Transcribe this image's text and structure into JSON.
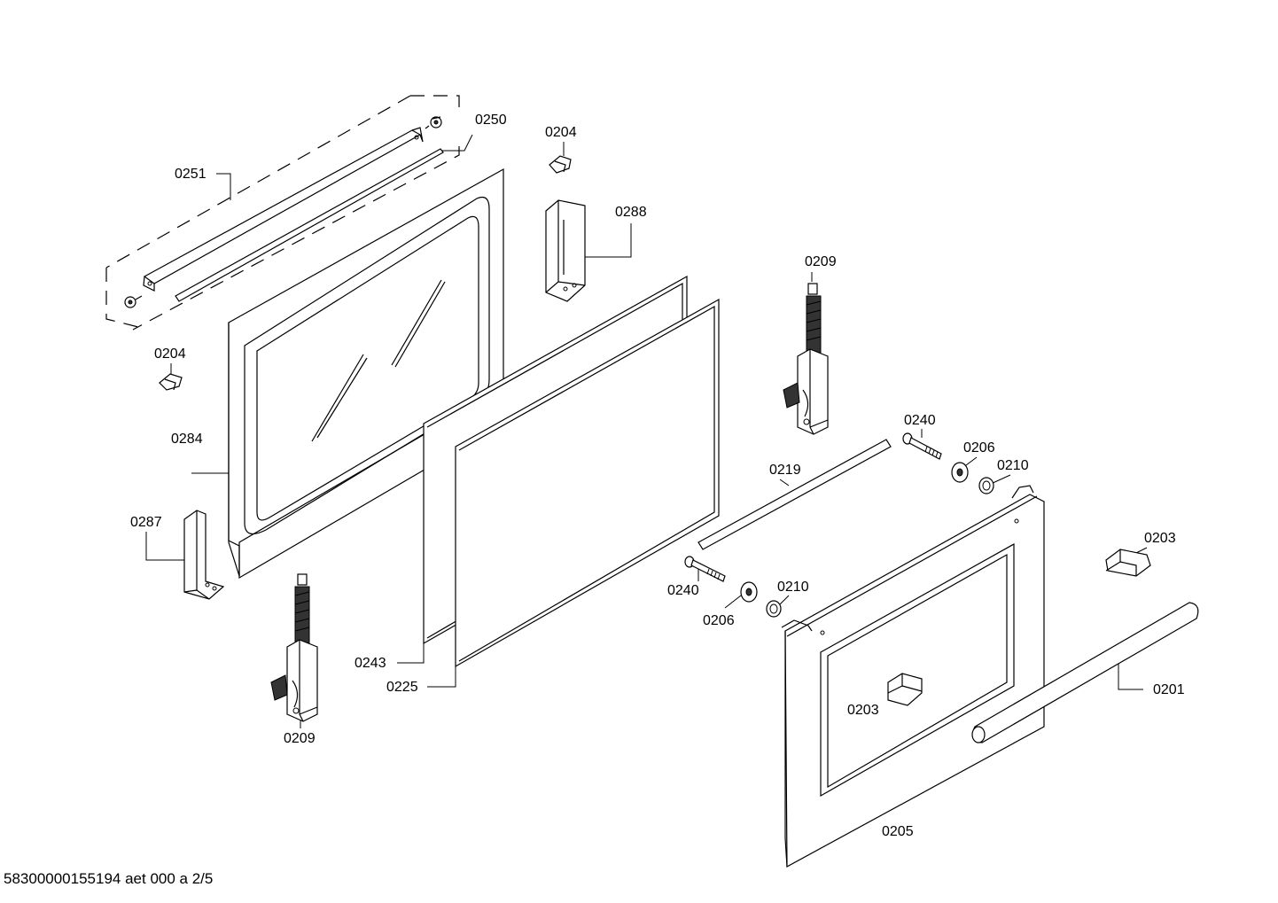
{
  "diagram": {
    "labels": {
      "l0250": "0250",
      "l0204_top": "0204",
      "l0251": "0251",
      "l0288": "0288",
      "l0209_top": "0209",
      "l0204_left": "0204",
      "l0284": "0284",
      "l0240_top": "0240",
      "l0206_top": "0206",
      "l0210_top": "0210",
      "l0219": "0219",
      "l0287": "0287",
      "l0203_right": "0203",
      "l0240_mid": "0240",
      "l0210_mid": "0210",
      "l0206_mid": "0206",
      "l0243": "0243",
      "l0225": "0225",
      "l0209_bottom": "0209",
      "l0203_center": "0203",
      "l0201": "0201",
      "l0205": "0205"
    },
    "footer": "58300000155194 aet 000 a 2/5"
  }
}
